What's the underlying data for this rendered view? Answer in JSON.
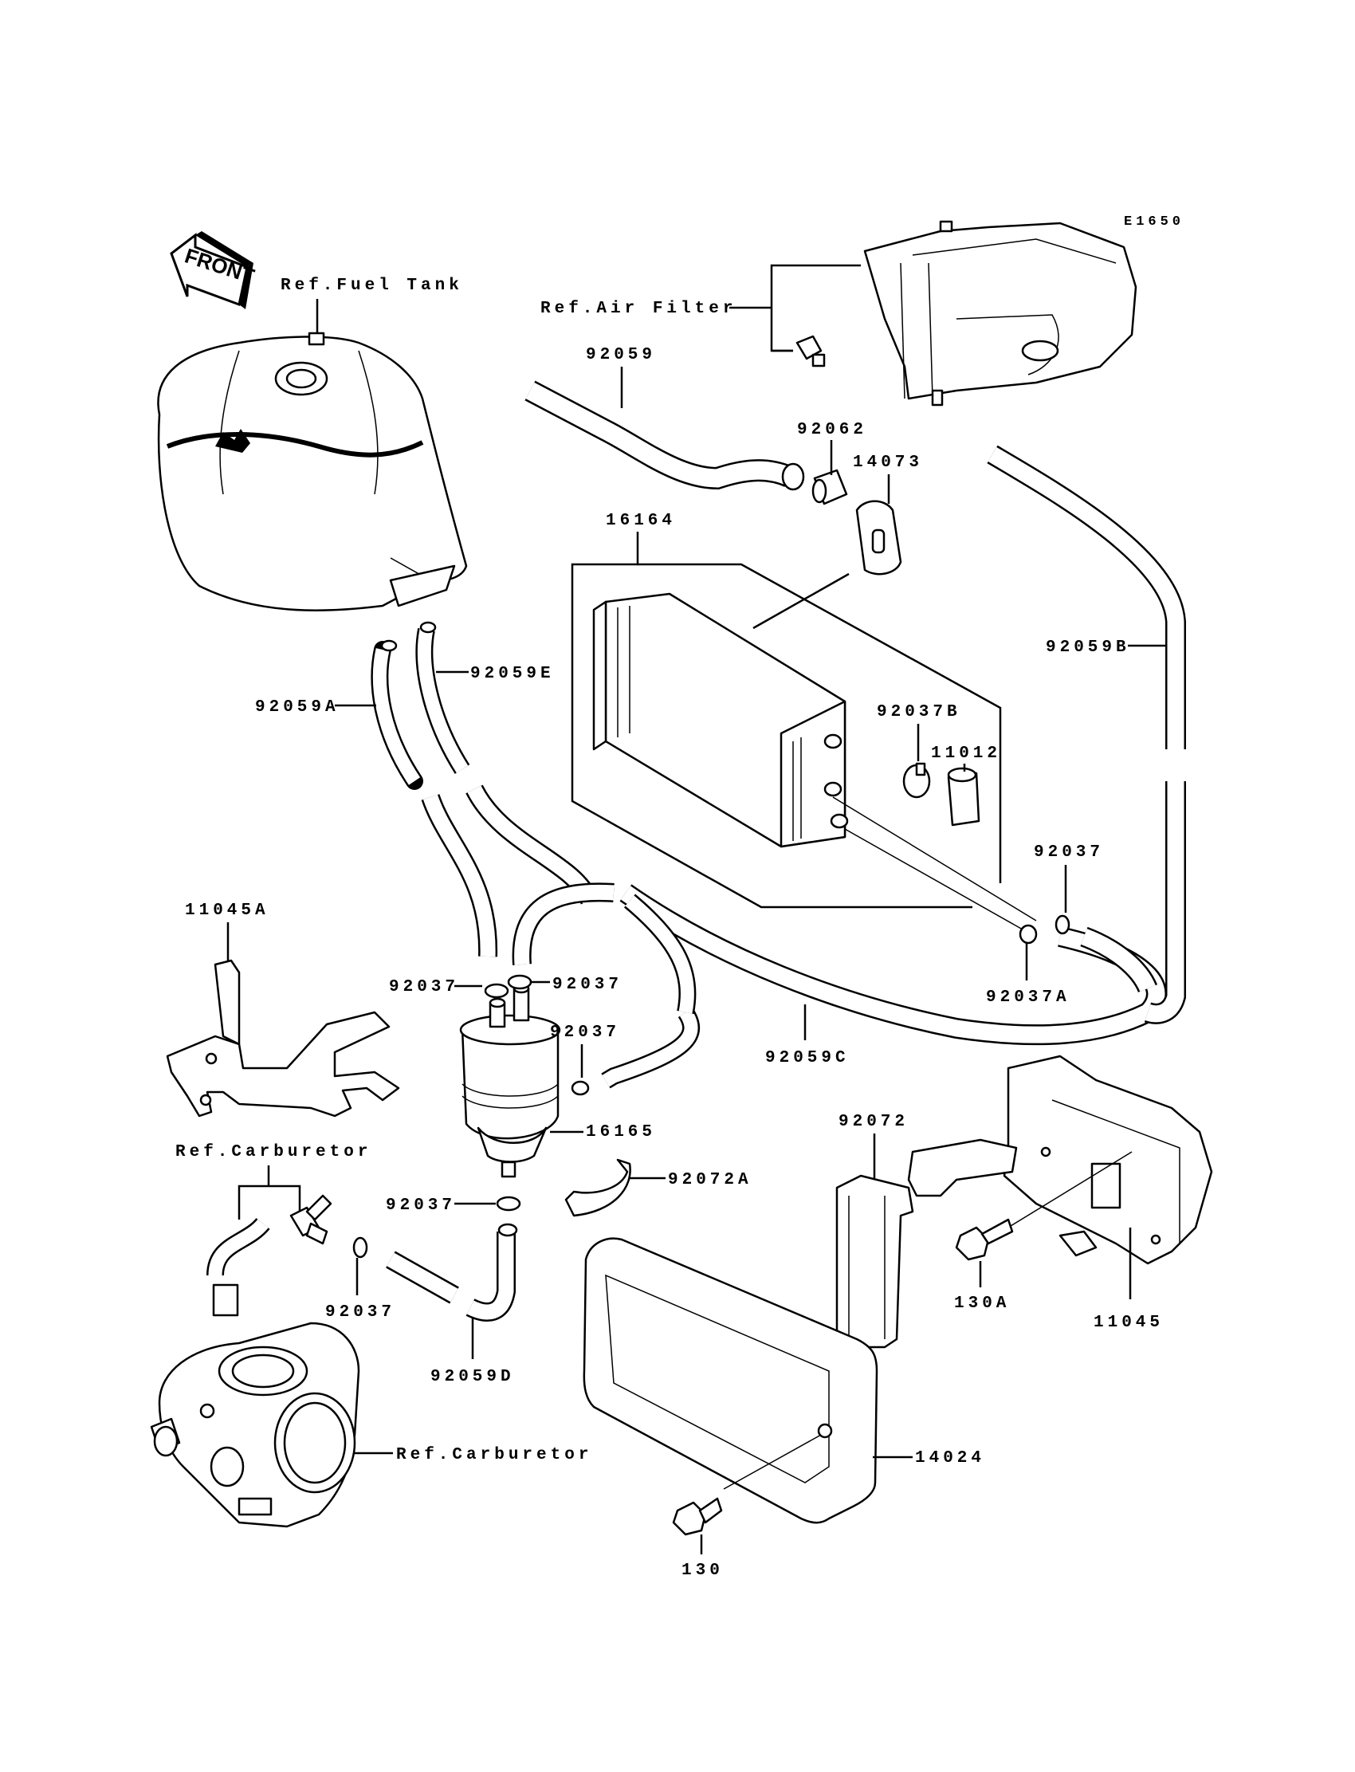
{
  "diagram": {
    "figure_code": "E1650",
    "front_arrow_text": "FRONT",
    "colors": {
      "line": "#000000",
      "background": "#ffffff"
    },
    "references": {
      "fuel_tank": "Ref.Fuel Tank",
      "air_filter": "Ref.Air Filter",
      "carburetor_top": "Ref.Carburetor",
      "carburetor_bottom": "Ref.Carburetor"
    },
    "part_labels": {
      "p92059": "92059",
      "p92062": "92062",
      "p14073": "14073",
      "p16164": "16164",
      "p92059B": "92059B",
      "p92059E": "92059E",
      "p92059A": "92059A",
      "p92037B": "92037B",
      "p11012": "11012",
      "p92037_right": "92037",
      "p92037A": "92037A",
      "p11045A": "11045A",
      "p92037_left": "92037",
      "p92037_mid": "92037",
      "p92037_drain": "92037",
      "p92059C": "92059C",
      "p16165": "16165",
      "p92072A": "92072A",
      "p92037_lower": "92037",
      "p92037_carb": "92037",
      "p92059D": "92059D",
      "p92072": "92072",
      "p130A": "130A",
      "p11045": "11045",
      "p14024": "14024",
      "p130": "130"
    }
  }
}
